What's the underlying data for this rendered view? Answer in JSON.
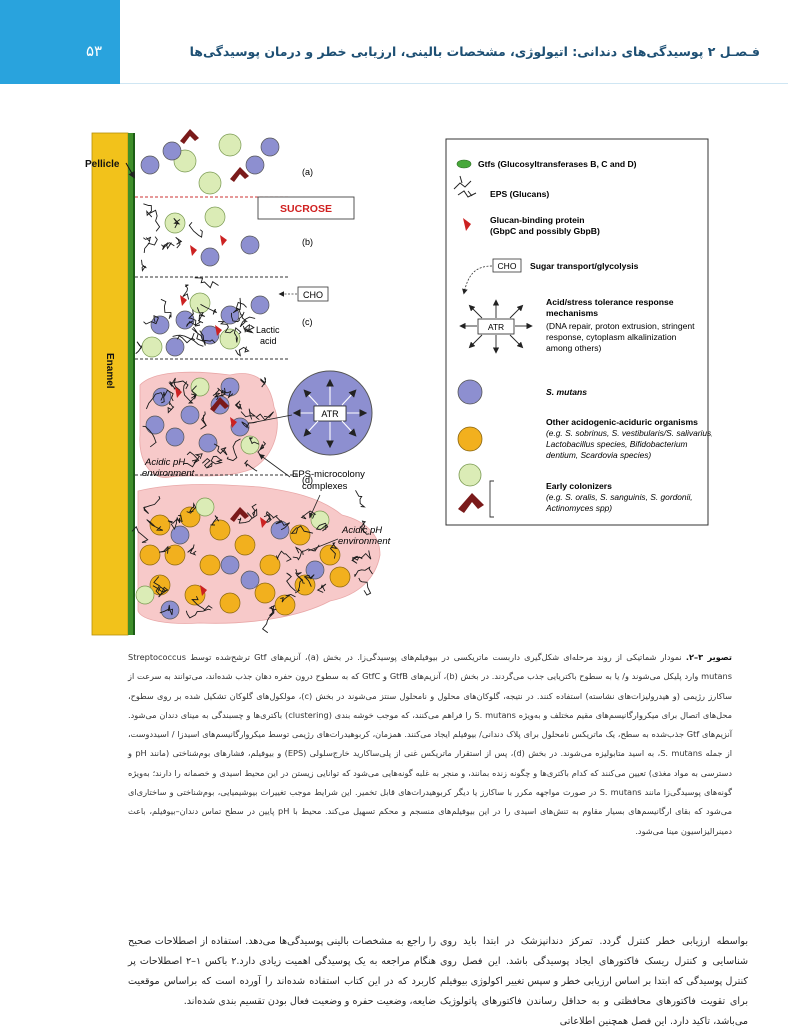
{
  "header": {
    "page_number": "۵۳",
    "title": "فـصـل ۲ پوسیدگی‌های دندانی: اتیولوژی، مشخصات بالینی، ارزیابی خطر و درمان پوسیدگی‌ها"
  },
  "figure": {
    "left_labels": {
      "pellicle": "Pellicle",
      "enamel": "Enamel"
    },
    "stage_labels": {
      "a": "(a)",
      "b": "(b)",
      "c": "(c)",
      "d": "(d)"
    },
    "sucrose": "SUCROSE",
    "cho": "CHO",
    "lactic_acid": "Lactic\nacid",
    "atr": "ATR",
    "acidic_ph_1": "Acidic pH\nenvironment",
    "eps_microcolony": "EPS-microcolony\ncomplexes",
    "acidic_ph_2": "Acidic pH\nenvironment",
    "legend": {
      "gtfs": "Gtfs (Glucosyltransferases B, C and D)",
      "eps": "EPS (Glucans)",
      "gbp_1": "Glucan-binding protein",
      "gbp_2": "(GbpC and possibly GbpB)",
      "cho": "CHO",
      "sugar_transport": "Sugar transport/glycolysis",
      "atr": "ATR",
      "atr_title_1": "Acid/stress tolerance response",
      "atr_title_2": "mechanisms",
      "atr_desc_1": "(DNA repair, proton extrusion, stringent",
      "atr_desc_2": "response, cytoplasm alkalinization",
      "atr_desc_3": "among others)",
      "smutans": "S. mutans",
      "other_title": "Other acidogenic-aciduric organisms",
      "other_1": "(e.g. S. sobrinus, S. vestibularis/S. salivarius,",
      "other_2": "Lactobacillus species, Bifidobacterium",
      "other_3": "dentium, Scardovia species)",
      "early_title": "Early colonizers",
      "early_1": "(e.g. S. oralis, S. sanguinis, S. gordonii,",
      "early_2": "Actinomyces spp)"
    },
    "colors": {
      "enamel": "#f2c21b",
      "pellicle": "#3f8f2a",
      "s_mutans": "#8d8fd0",
      "other_acidogenic": "#f2b01e",
      "early_colonizer": "#dbecb6",
      "acidic_region": "#f7c9c9",
      "sucrose_text": "#d02020"
    }
  },
  "caption": {
    "label": "تصویر ۳–۲.",
    "text": " نمودار شماتیکی از روند مرحله‌ای شکل‌گیری داربست ماتریکسی در بیوفیلم‌های پوسیدگی‌زا. در بخش (a)، آنزیم‌های Gtf ترشح‌شده توسط Streptococcus mutans وارد پلیکل می‌شوند و/ یا به سطوح باکتریایی جذب می‌گردند. در بخش (b)، آنزیم‌های GtfB و GtfC که به سطوح درون حفره دهان جذب شده‌اند، می‌توانند به سرعت از ساکارز رژیمی (و هیدرولیزات‌های نشاسته) استفاده کنند. در نتیجه، گلوکان‌های محلول و نامحلول سنتز می‌شوند در بخش (c)، مولکول‌های گلوکان تشکیل شده بر روی سطوح، محل‌های اتصال برای میکروارگانیسم‌های مقیم مختلف و به‌ویژه S. mutans را فراهم می‌کنند، که موجب خوشه بندی (clustering) باکتری‌ها و چسبندگی به مینای دندان می‌شود. آنزیم‌های Gtf جذب‌شده به سطح، یک ماتریکس نامحلول برای پلاک دندانی/ بیوفیلم ایجاد می‌کنند. همزمان، کربوهیدرات‌های رژیمی توسط میکروارگانیسم‌های اسیدزا / اسیددوست، از جمله S. mutans، به اسید متابولیزه می‌شوند. در بخش (d)، پس از استقرار ماتریکس غنی از پلی‌ساکارید خارج‌سلولی (EPS) و بیوفیلم، فشارهای بوم‌شناختی (مانند pH و دسترسی به مواد مغذی) تعیین می‌کنند که کدام باکتری‌ها و چگونه زنده بمانند، و منجر به غلبه گونه‌هایی می‌شود که توانایی زیستن در این محیط اسیدی و خصمانه را دارند؛ به‌ویژه گونه‌های پوسیدگی‌زا مانند S. mutans در صورت مواجهه مکرر با ساکارز یا دیگر کربوهیدرات‌های قابل تخمیر. این شرایط موجب تغییرات بیوشیمیایی، بوم‌شناختی و ساختاری‌ای می‌شود که بقای ارگانیسم‌های بسیار مقاوم به تنش‌های اسیدی را در این بیوفیلم‌های منسجم و محکم تسهیل می‌کند. محیط با pH پایین در سطح تماس دندان–بیوفیلم، باعث دمینرالیزاسیون مینا می‌شود."
  },
  "body": {
    "right_column": "بواسطه ارزیابی خطر کنترل گردد. تمرکز دندانپزشک در ابتدا باید روی شناسایی و کنترل ریسک فاکتورهای ایجاد پوسیدگی باشد. این فصل روی کنترل پوسیدگی که ابتدا بر اساس ارزیابی خطر و سپس تغییر اکولوژی بیوفیلم برای تقویت فاکتورهای محافظتی و به حداقل رساندن فاکتورهای پاتولوژیک می‌باشد، تاکید دارد. این فصل همچنین اطلاعاتی",
    "left_column": "را راجع به مشخصات بالینی پوسیدگی‌ها می‌دهد. استفاده از اصطلاحات صحیح هنگام مراجعه به یک پوسیدگی اهمیت زیادی دارد.۲ باکس ۱–۲ اصطلاحات پر کاربرد که در این کتاب استفاده شده‌اند را آورده است که براساس موقعیت ضایعه، وضعیت حفره و وضعیت فعال بودن تقسیم بندی شده‌اند."
  }
}
